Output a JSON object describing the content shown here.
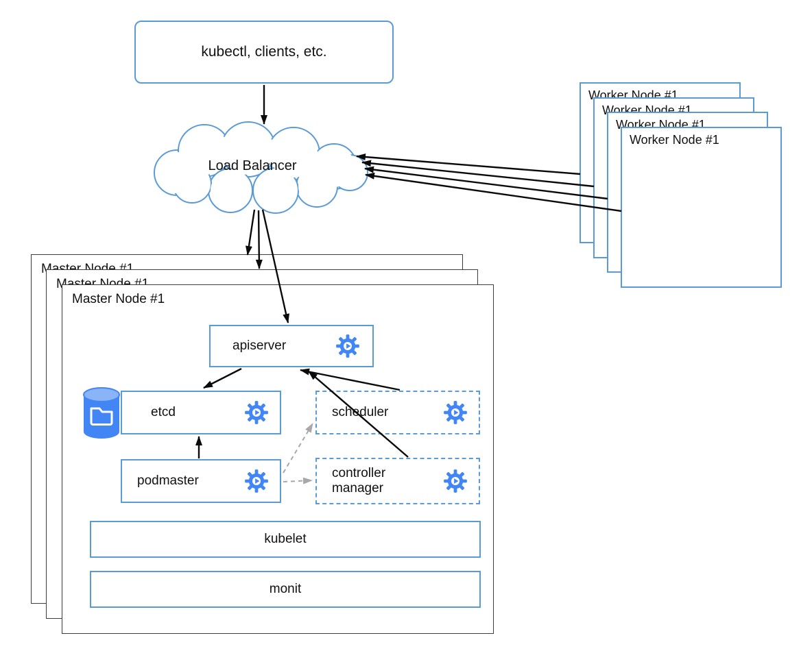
{
  "diagram": {
    "client_box_label": "kubectl, clients, etc.",
    "load_balancer_label": "Load Balancer",
    "worker_node_label": "Worker Node #1",
    "worker_node_count": 4,
    "master_node_label": "Master Node #1",
    "master_node_count": 3,
    "components": {
      "apiserver": "apiserver",
      "etcd": "etcd",
      "scheduler": "scheduler",
      "podmaster": "podmaster",
      "controller_manager": "controller manager",
      "kubelet": "kubelet",
      "monit": "monit"
    },
    "icons": {
      "gear": "daemon-gear-icon",
      "storage": "database-folder-icon"
    },
    "colors": {
      "node_blue": "#5b9bd5",
      "icon_blue": "#4285f4",
      "icon_blue_light": "#8ab4f8",
      "master_border": "#3c3c3c",
      "arrow": "#0a0a0a",
      "dashed_arrow": "#a8a8a8"
    }
  }
}
